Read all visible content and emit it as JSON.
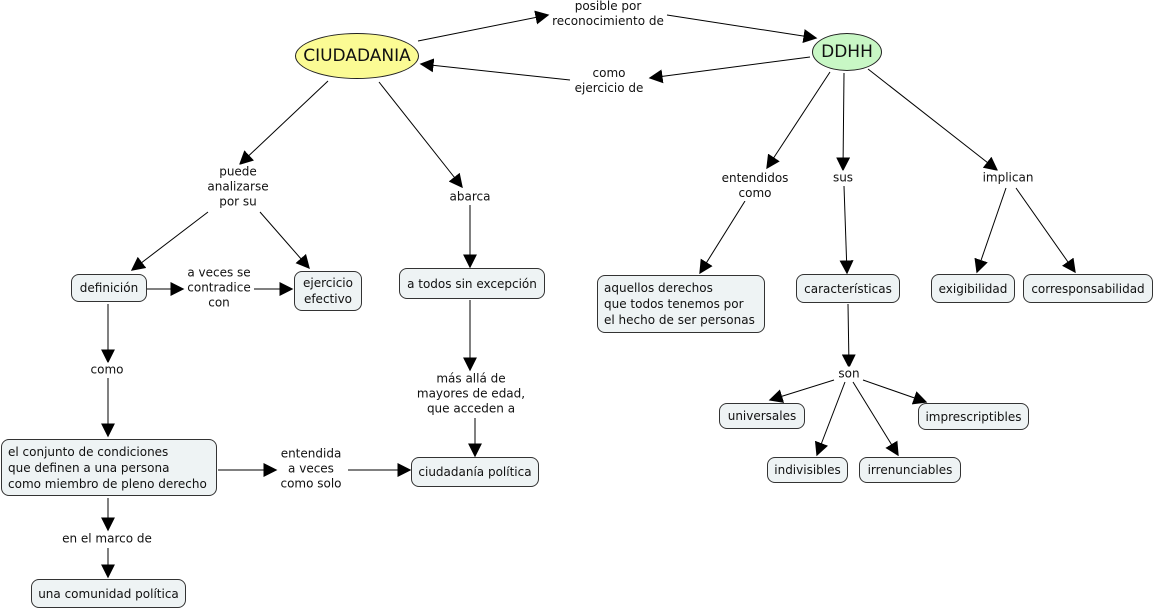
{
  "colors": {
    "ciudadania_fill": "#fbfb94",
    "ddhh_fill": "#c8f7c5",
    "concept_fill": "#eef3f4",
    "line": "#000000"
  },
  "main_concepts": {
    "ciudadania": "CIUDADANIA",
    "ddhh": "DDHH"
  },
  "concepts": {
    "definicion": "definición",
    "ejercicio_efectivo": "ejercicio\nefectivo",
    "a_todos": "a todos sin excepción",
    "conjunto": "el conjunto de condiciones\nque definen a una persona\ncomo miembro de pleno derecho",
    "ciudadania_politica": "ciudadanía política",
    "comunidad_politica": "una comunidad política",
    "aquellos_derechos": "aquellos derechos\nque todos tenemos por\nel hecho de ser personas",
    "caracteristicas": "características",
    "exigibilidad": "exigibilidad",
    "corresponsabilidad": "corresponsabilidad",
    "universales": "universales",
    "imprescriptibles": "imprescriptibles",
    "indivisibles": "indivisibles",
    "irrenunciables": "irrenunciables"
  },
  "links": {
    "posible_por": "posible por\nreconocimiento de",
    "como_ejercicio": "como\nejercicio de",
    "puede_analizarse": "puede\nanalizarse\npor su",
    "abarca": "abarca",
    "a_veces_contradice": "a veces se\ncontradice\ncon",
    "como": "como",
    "mas_alla": "más allá de\nmayores de edad,\nque acceden a",
    "entendida_a_veces": "entendida\na veces\ncomo solo",
    "en_el_marco": "en el marco de",
    "entendidos_como": "entendidos\ncomo",
    "sus": "sus",
    "implican": "implican",
    "son": "son"
  }
}
